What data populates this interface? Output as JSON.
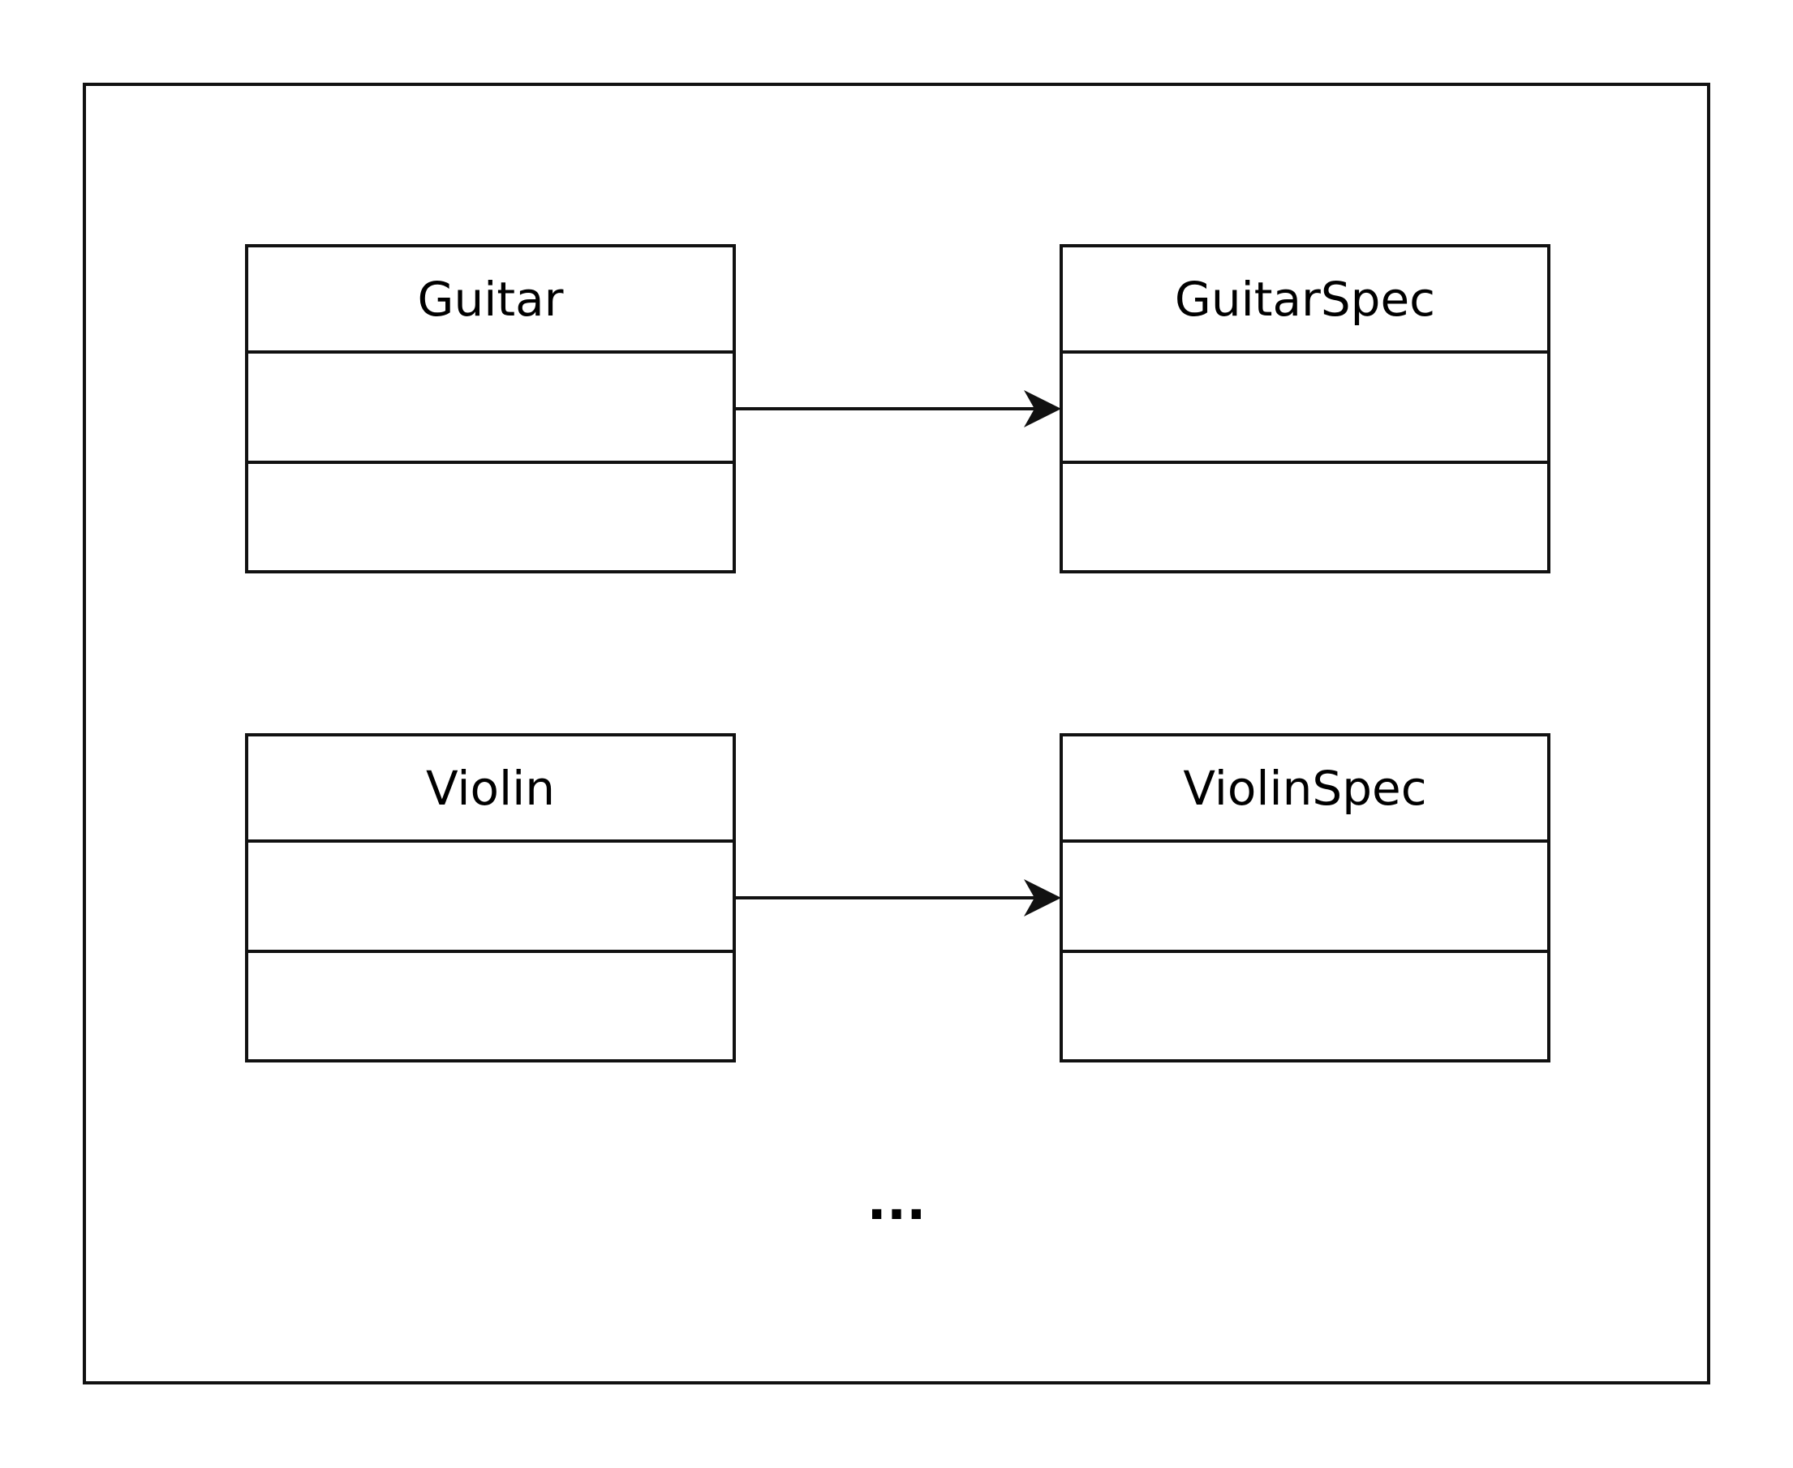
{
  "classes": {
    "guitar": {
      "name": "Guitar"
    },
    "guitar_spec": {
      "name": "GuitarSpec"
    },
    "violin": {
      "name": "Violin"
    },
    "violin_spec": {
      "name": "ViolinSpec"
    }
  },
  "associations": [
    {
      "from": "Guitar",
      "to": "GuitarSpec",
      "arrow": "open-filled-head"
    },
    {
      "from": "Violin",
      "to": "ViolinSpec",
      "arrow": "open-filled-head"
    }
  ],
  "continuation": "...",
  "colors": {
    "stroke": "#111111",
    "text": "#000000",
    "background": "#ffffff"
  }
}
